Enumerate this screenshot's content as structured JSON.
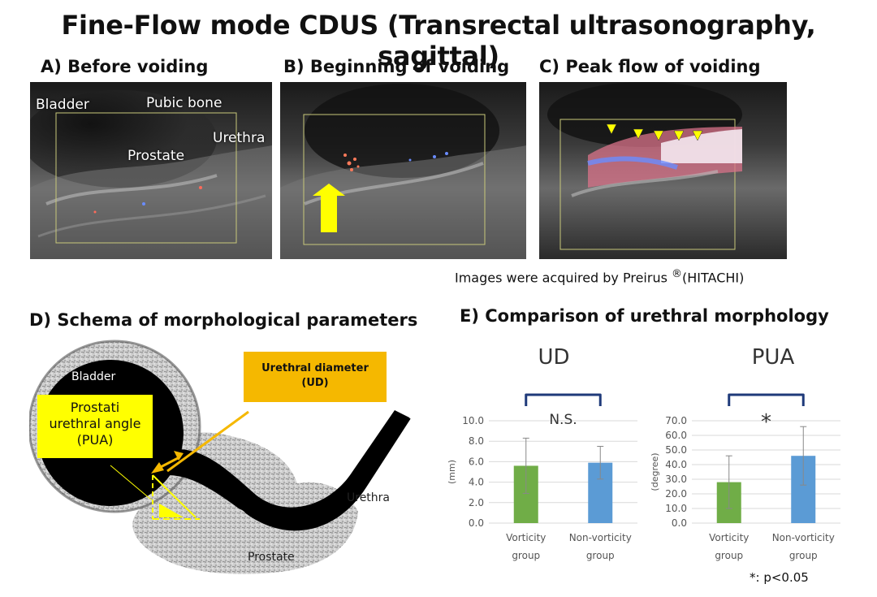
{
  "title": "Fine-Flow mode CDUS (Transrectal ultrasonography, sagittal)",
  "panels": {
    "a": {
      "label": "A) Before voiding",
      "annotations": {
        "bladder": "Bladder",
        "pubic_bone": "Pubic bone",
        "urethra": "Urethra",
        "prostate": "Prostate"
      }
    },
    "b": {
      "label": "B) Beginning of voiding"
    },
    "c": {
      "label": "C) Peak flow of voiding"
    },
    "credit": {
      "text": "Images were acquired by Preirus",
      "mark": "®",
      "suffix": "(HITACHI)"
    },
    "d": {
      "label": "D) Schema of morphological parameters",
      "bladder": "Bladder",
      "urethra": "Urethra",
      "prostate": "Prostate",
      "pua_box": {
        "line1": "Prostati",
        "line2": "urethral angle",
        "line3": "(PUA)",
        "color": "#ffff00"
      },
      "ud_box": {
        "line1": "Urethral diameter",
        "line2": "(UD)",
        "color": "#f5b800"
      }
    },
    "e": {
      "label": "E) Comparison of urethral morphology",
      "footnote": "*: p<0.05"
    }
  },
  "chart_data": [
    {
      "type": "bar",
      "title": "UD",
      "ylabel": "(mm)",
      "categories": [
        [
          "Vorticity",
          "group"
        ],
        [
          "Non-vorticity",
          "group"
        ]
      ],
      "values": [
        5.6,
        5.9
      ],
      "error": [
        2.7,
        1.6
      ],
      "colors": [
        "#70ad47",
        "#5b9bd5"
      ],
      "ylim": [
        0,
        10
      ],
      "yticks": [
        "0.0",
        "2.0",
        "4.0",
        "6.0",
        "8.0",
        "10.0"
      ],
      "significance": "N.S.",
      "grid": true
    },
    {
      "type": "bar",
      "title": "PUA",
      "ylabel": "(degree)",
      "categories": [
        [
          "Vorticity",
          "group"
        ],
        [
          "Non-vorticity",
          "group"
        ]
      ],
      "values": [
        28,
        46
      ],
      "error": [
        18,
        20
      ],
      "colors": [
        "#70ad47",
        "#5b9bd5"
      ],
      "ylim": [
        0,
        70
      ],
      "yticks": [
        "0.0",
        "10.0",
        "20.0",
        "30.0",
        "40.0",
        "50.0",
        "60.0",
        "70.0"
      ],
      "significance": "*",
      "grid": true
    }
  ]
}
